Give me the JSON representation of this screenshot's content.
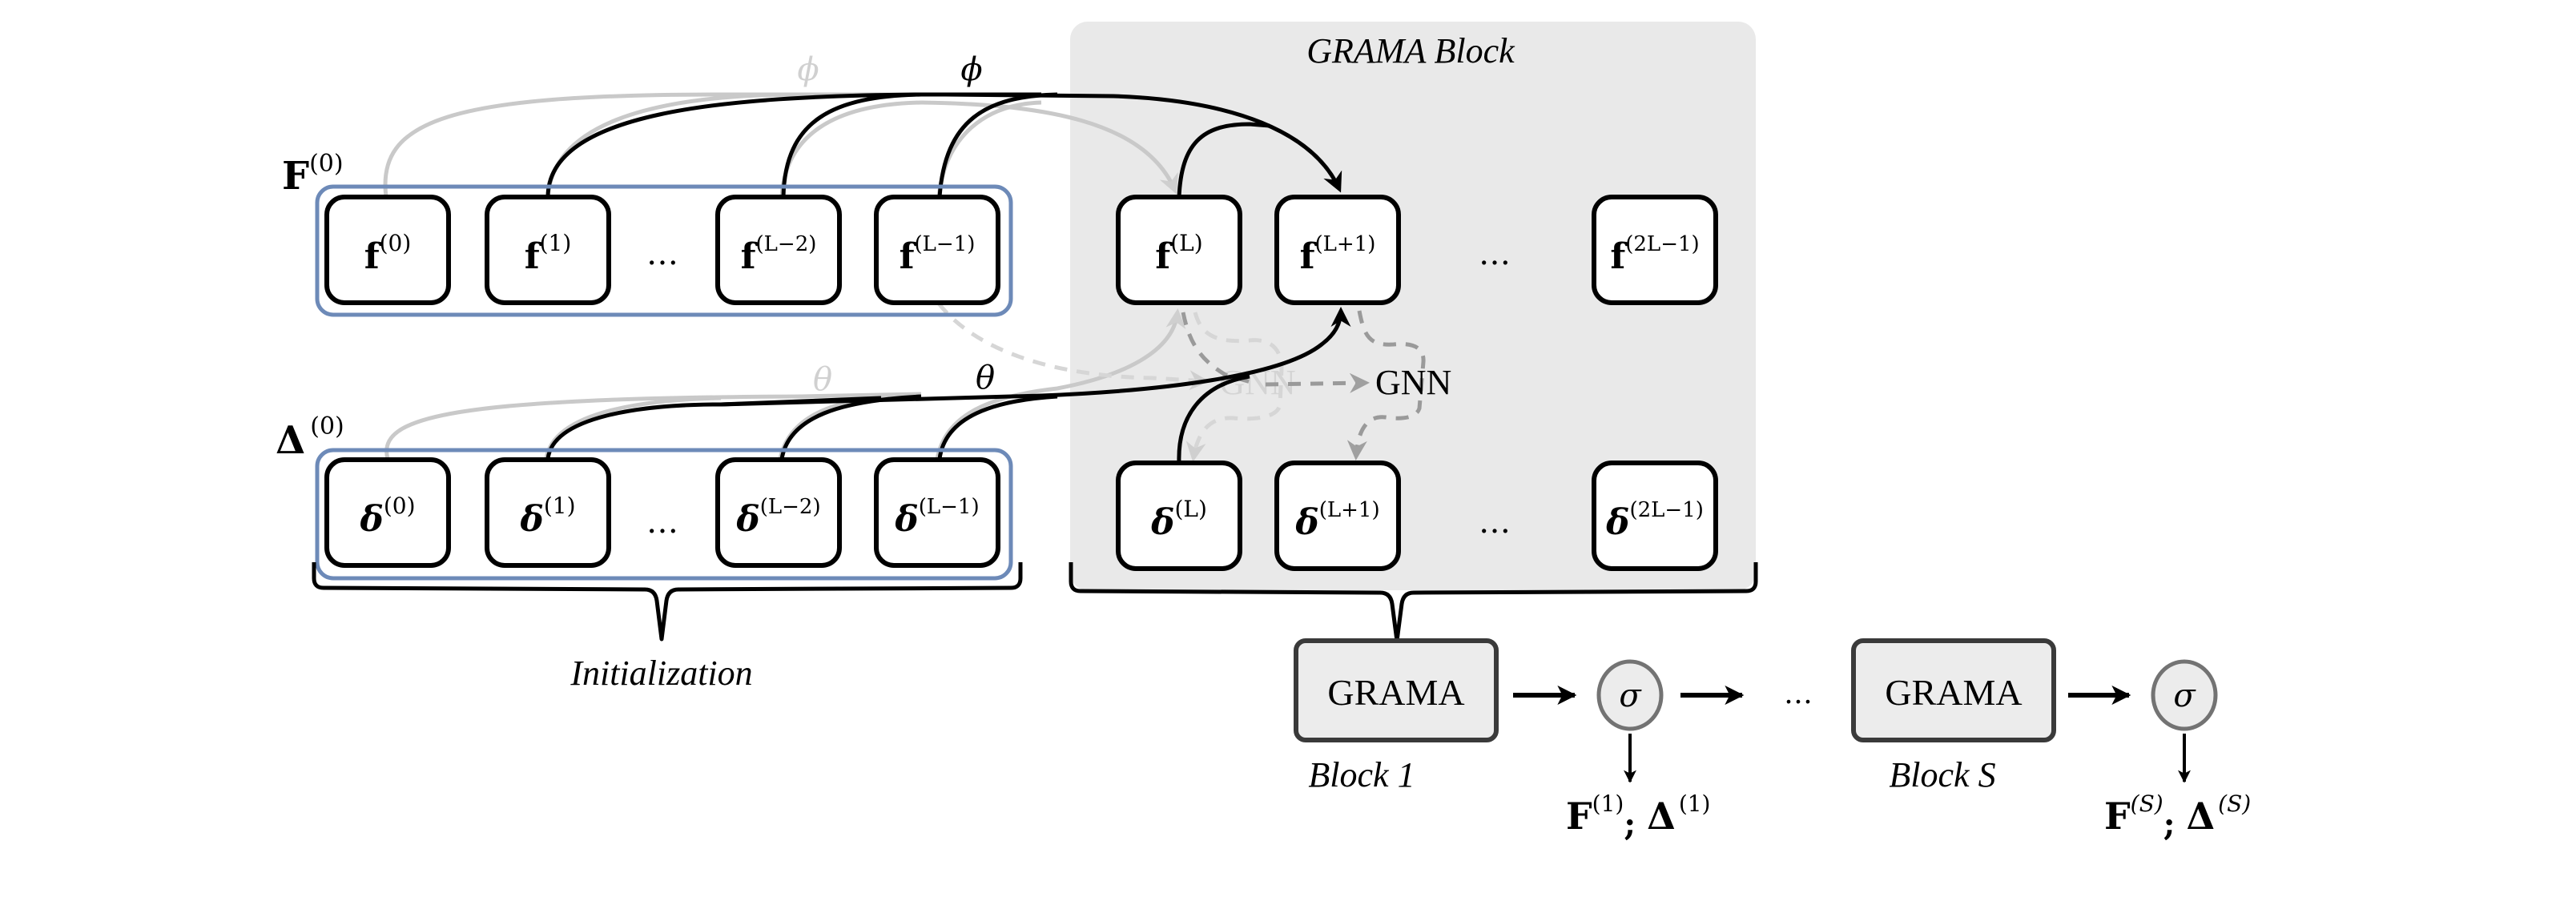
{
  "figure": {
    "block_title": "GRAMA Block",
    "init_label": "Initialization",
    "feature_group": {
      "symbol": "F",
      "superscript": "(0)"
    },
    "delta_group": {
      "symbol": "Δ",
      "superscript": "(0)"
    },
    "phi_label": "ϕ",
    "theta_label": "θ",
    "gnn_label": "GNN",
    "ellipsis": "…",
    "init_features": [
      {
        "symbol": "f",
        "sup": "(0)"
      },
      {
        "symbol": "f",
        "sup": "(1)"
      },
      {
        "symbol": "f",
        "sup": "(L−2)"
      },
      {
        "symbol": "f",
        "sup": "(L−1)"
      }
    ],
    "init_deltas": [
      {
        "symbol": "δ",
        "sup": "(0)"
      },
      {
        "symbol": "δ",
        "sup": "(1)"
      },
      {
        "symbol": "δ",
        "sup": "(L−2)"
      },
      {
        "symbol": "δ",
        "sup": "(L−1)"
      }
    ],
    "block_features": [
      {
        "symbol": "f",
        "sup": "(L)"
      },
      {
        "symbol": "f",
        "sup": "(L+1)"
      },
      {
        "symbol": "f",
        "sup": "(2L−1)"
      }
    ],
    "block_deltas": [
      {
        "symbol": "δ",
        "sup": "(L)"
      },
      {
        "symbol": "δ",
        "sup": "(L+1)"
      },
      {
        "symbol": "δ",
        "sup": "(2L−1)"
      }
    ],
    "pipeline": {
      "block_node_label": "GRAMA",
      "activation": "σ",
      "blocks": [
        {
          "caption": "Block 1",
          "out_F": "F",
          "out_F_sup": "(1)",
          "sep": ";",
          "out_D": "Δ",
          "out_D_sup": "(1)"
        },
        {
          "caption": "Block S",
          "out_F": "F",
          "out_F_sup": "(S)",
          "sep": ";",
          "out_D": "Δ",
          "out_D_sup": "(S)"
        }
      ]
    },
    "colors": {
      "group_outline": "#6d8ab8",
      "block_background": "#e9e9e9",
      "faded_edge": "#c9c9c9",
      "gnn_dashed": "#9a9a9a"
    }
  }
}
